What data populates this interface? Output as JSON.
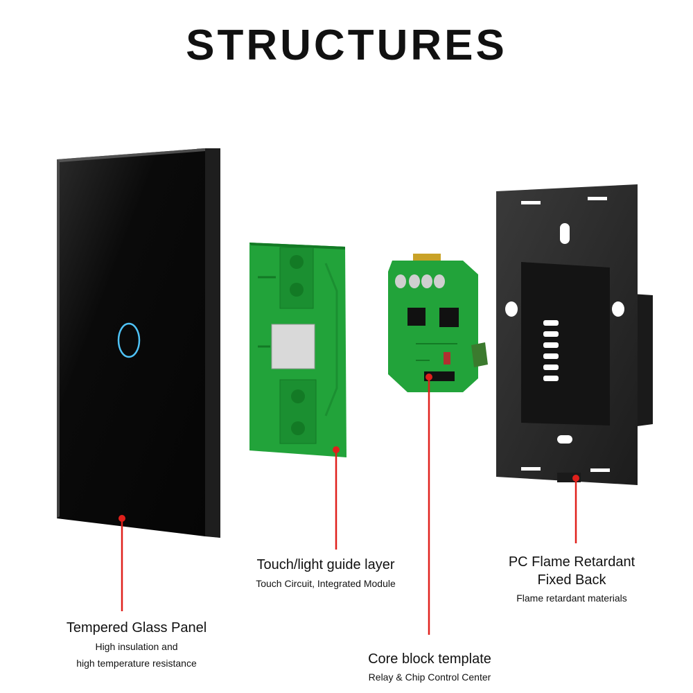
{
  "title": "STRUCTURES",
  "components": [
    {
      "heading": "Tempered Glass Panel",
      "lines": [
        "High insulation and",
        "high temperature resistance"
      ]
    },
    {
      "heading": "Touch/light guide layer",
      "lines": [
        "Touch Circuit, Integrated Module"
      ]
    },
    {
      "heading": "Core block template",
      "lines": [
        "Relay & Chip Control Center"
      ]
    },
    {
      "heading": "PC Flame Retardant",
      "heading2": "Fixed Back",
      "lines": [
        "Flame retardant materials"
      ]
    }
  ],
  "colors": {
    "glass": "#0a0a0a",
    "glass_edge": "#9a9a9a",
    "pcb": "#22a33a",
    "pcb_dark": "#137a25",
    "back_plate": "#2a2a2a",
    "touch_ring": "#4fc3f7",
    "leader": "#e0201b"
  }
}
